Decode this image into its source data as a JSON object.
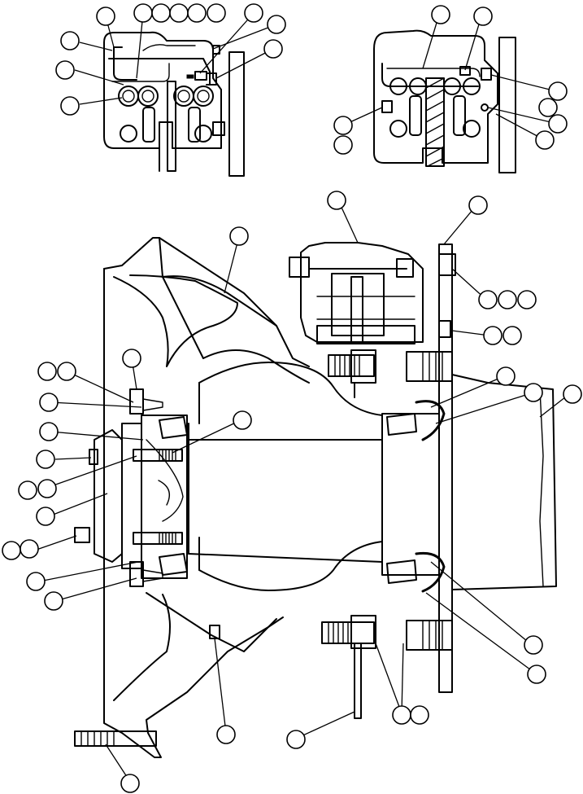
{
  "figure": {
    "callout_labels": []
  },
  "callouts": [
    {
      "id": "c01"
    },
    {
      "id": "c02"
    },
    {
      "id": "c03"
    },
    {
      "id": "c04"
    },
    {
      "id": "c05"
    },
    {
      "id": "c06"
    },
    {
      "id": "c07"
    },
    {
      "id": "c08"
    },
    {
      "id": "c09"
    },
    {
      "id": "c10"
    },
    {
      "id": "c11"
    },
    {
      "id": "c12"
    },
    {
      "id": "c13"
    },
    {
      "id": "c14"
    },
    {
      "id": "c15"
    },
    {
      "id": "c16"
    },
    {
      "id": "c17"
    },
    {
      "id": "c18"
    },
    {
      "id": "c19"
    },
    {
      "id": "c20"
    },
    {
      "id": "c21"
    },
    {
      "id": "c22"
    },
    {
      "id": "c23"
    },
    {
      "id": "c24"
    },
    {
      "id": "c25"
    },
    {
      "id": "c26"
    },
    {
      "id": "c27"
    },
    {
      "id": "c28"
    },
    {
      "id": "c29"
    },
    {
      "id": "c30"
    },
    {
      "id": "c31"
    },
    {
      "id": "c32"
    },
    {
      "id": "c33"
    },
    {
      "id": "c34"
    },
    {
      "id": "c35"
    },
    {
      "id": "c36"
    },
    {
      "id": "c37"
    },
    {
      "id": "c38"
    },
    {
      "id": "c39"
    },
    {
      "id": "c40"
    },
    {
      "id": "c41"
    },
    {
      "id": "c42"
    },
    {
      "id": "c43"
    },
    {
      "id": "c44"
    },
    {
      "id": "c45"
    },
    {
      "id": "c46"
    },
    {
      "id": "c47"
    },
    {
      "id": "c48"
    },
    {
      "id": "c49"
    },
    {
      "id": "c50"
    }
  ]
}
